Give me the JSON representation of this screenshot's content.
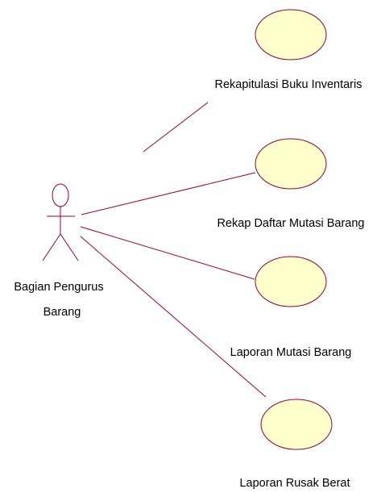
{
  "diagram": {
    "actor": {
      "name_line1": "Bagian Pengurus",
      "name_line2": "Barang"
    },
    "use_cases": [
      {
        "label": "Rekapitulasi Buku Inventaris"
      },
      {
        "label": "Rekap Daftar Mutasi Barang"
      },
      {
        "label": "Laporan Mutasi Barang"
      },
      {
        "label": "Laporan Rusak Berat"
      }
    ],
    "colors": {
      "use_case_fill": "#ffffcc",
      "use_case_stroke": "#990033",
      "actor_stroke": "#990033",
      "association_stroke": "#990033"
    }
  }
}
